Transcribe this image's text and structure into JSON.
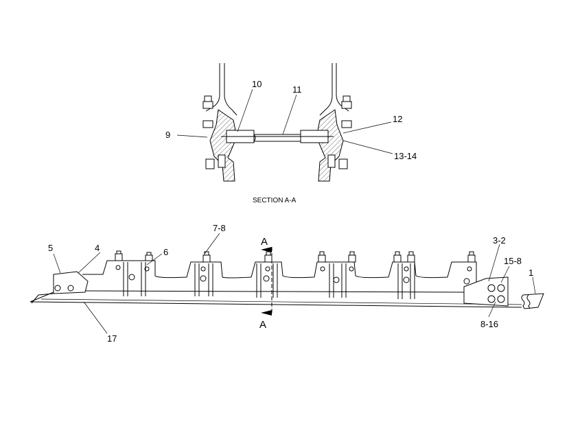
{
  "section_title": "SECTION A-A",
  "section_marker": "A",
  "callouts": {
    "c1": "1",
    "c3_2": "3-2",
    "c4": "4",
    "c5": "5",
    "c6": "6",
    "c7_8": "7-8",
    "c8_16": "8-16",
    "c9": "9",
    "c10": "10",
    "c11": "11",
    "c12": "12",
    "c13_14": "13-14",
    "c15_8": "15-8",
    "c17": "17"
  }
}
